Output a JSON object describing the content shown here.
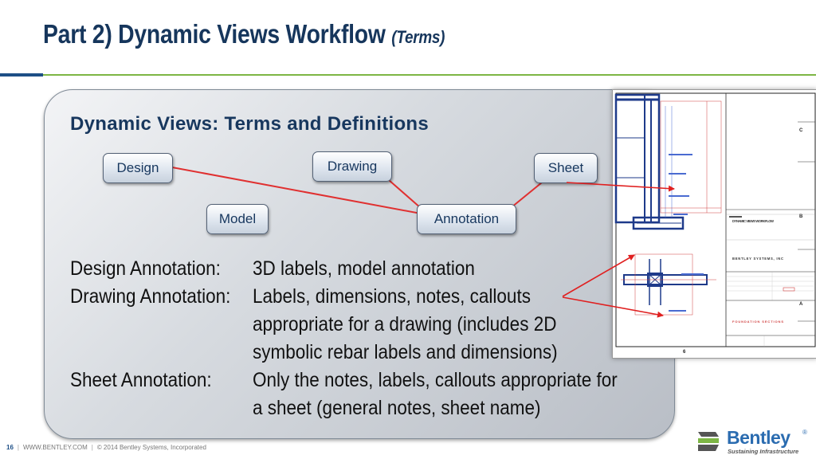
{
  "slide": {
    "title": "Part 2) Dynamic Views Workflow",
    "title_sub": "(Terms)"
  },
  "panel": {
    "heading": "Dynamic Views:  Terms and Definitions",
    "terms": {
      "design": "Design",
      "drawing": "Drawing",
      "sheet": "Sheet",
      "model": "Model",
      "annotation": "Annotation"
    },
    "connector_color": "#e03030",
    "definitions": [
      {
        "label": "Design Annotation:",
        "lines": [
          "3D labels, model annotation"
        ]
      },
      {
        "label": "Drawing Annotation:",
        "lines": [
          "Labels, dimensions, notes, callouts",
          "appropriate for a drawing (includes 2D",
          "symbolic rebar labels and dimensions)"
        ]
      },
      {
        "label": "Sheet Annotation:",
        "lines": [
          "Only the notes, labels, callouts appropriate for",
          "a sheet (general notes, sheet name)"
        ]
      }
    ]
  },
  "drawing_sheet": {
    "title_block": {
      "title": "DYNAMIC VIEWS WORKFLOW",
      "company": "BENTLEY SYSTEMS, INC",
      "sheet_name": "FOUNDATION SECTIONS",
      "col_label": "6",
      "row_labels": [
        "C",
        "B",
        "A"
      ]
    },
    "arrow_color": "#e02020"
  },
  "footer": {
    "page_number": "16",
    "website": "WWW.BENTLEY.COM",
    "copyright": "© 2014 Bentley Systems, Incorporated"
  },
  "logo": {
    "name": "Bentley",
    "tagline": "Sustaining Infrastructure",
    "brand_blue": "#2b6cb0",
    "brand_green": "#7db645"
  }
}
